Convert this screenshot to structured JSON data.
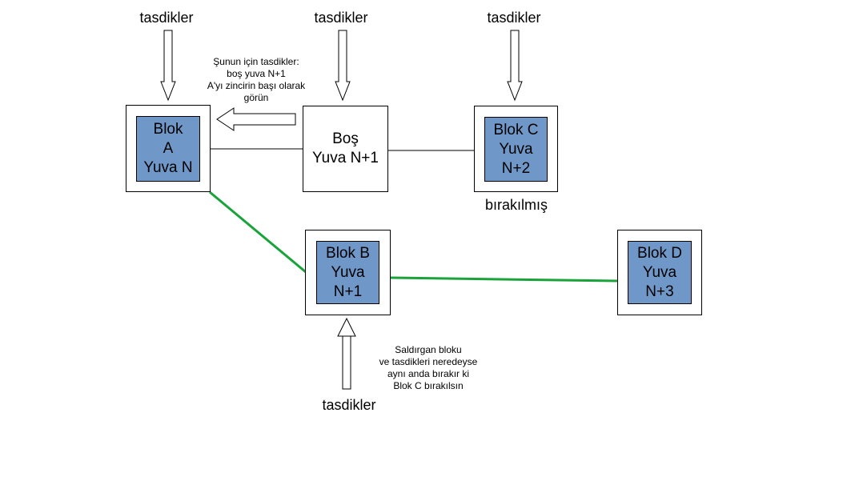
{
  "diagram": {
    "top_labels": [
      "tasdikler",
      "tasdikler",
      "tasdikler"
    ],
    "bottom_label": "tasdikler",
    "released_label": "bırakılmış",
    "block_a": {
      "lines": [
        "Blok",
        "A",
        "Yuva N"
      ]
    },
    "empty_slot": {
      "lines": [
        "Boş",
        "Yuva N+1"
      ]
    },
    "block_c": {
      "lines": [
        "Blok C",
        "Yuva",
        "N+2"
      ]
    },
    "block_b": {
      "lines": [
        "Blok B",
        "Yuva",
        "N+1"
      ]
    },
    "block_d": {
      "lines": [
        "Blok D",
        "Yuva",
        "N+3"
      ]
    },
    "attest_note": [
      "Şunun için tasdikler:",
      "boş yuva N+1",
      "A'yı zincirin başı olarak",
      "görün"
    ],
    "attacker_note": [
      "Saldırgan bloku",
      "ve tasdikleri neredeyse",
      "aynı anda bırakır ki",
      "Blok C bırakılsın"
    ],
    "colors": {
      "block_fill": "#6f98c9",
      "attack_chain": "#1aa33a",
      "line": "#000000"
    }
  }
}
